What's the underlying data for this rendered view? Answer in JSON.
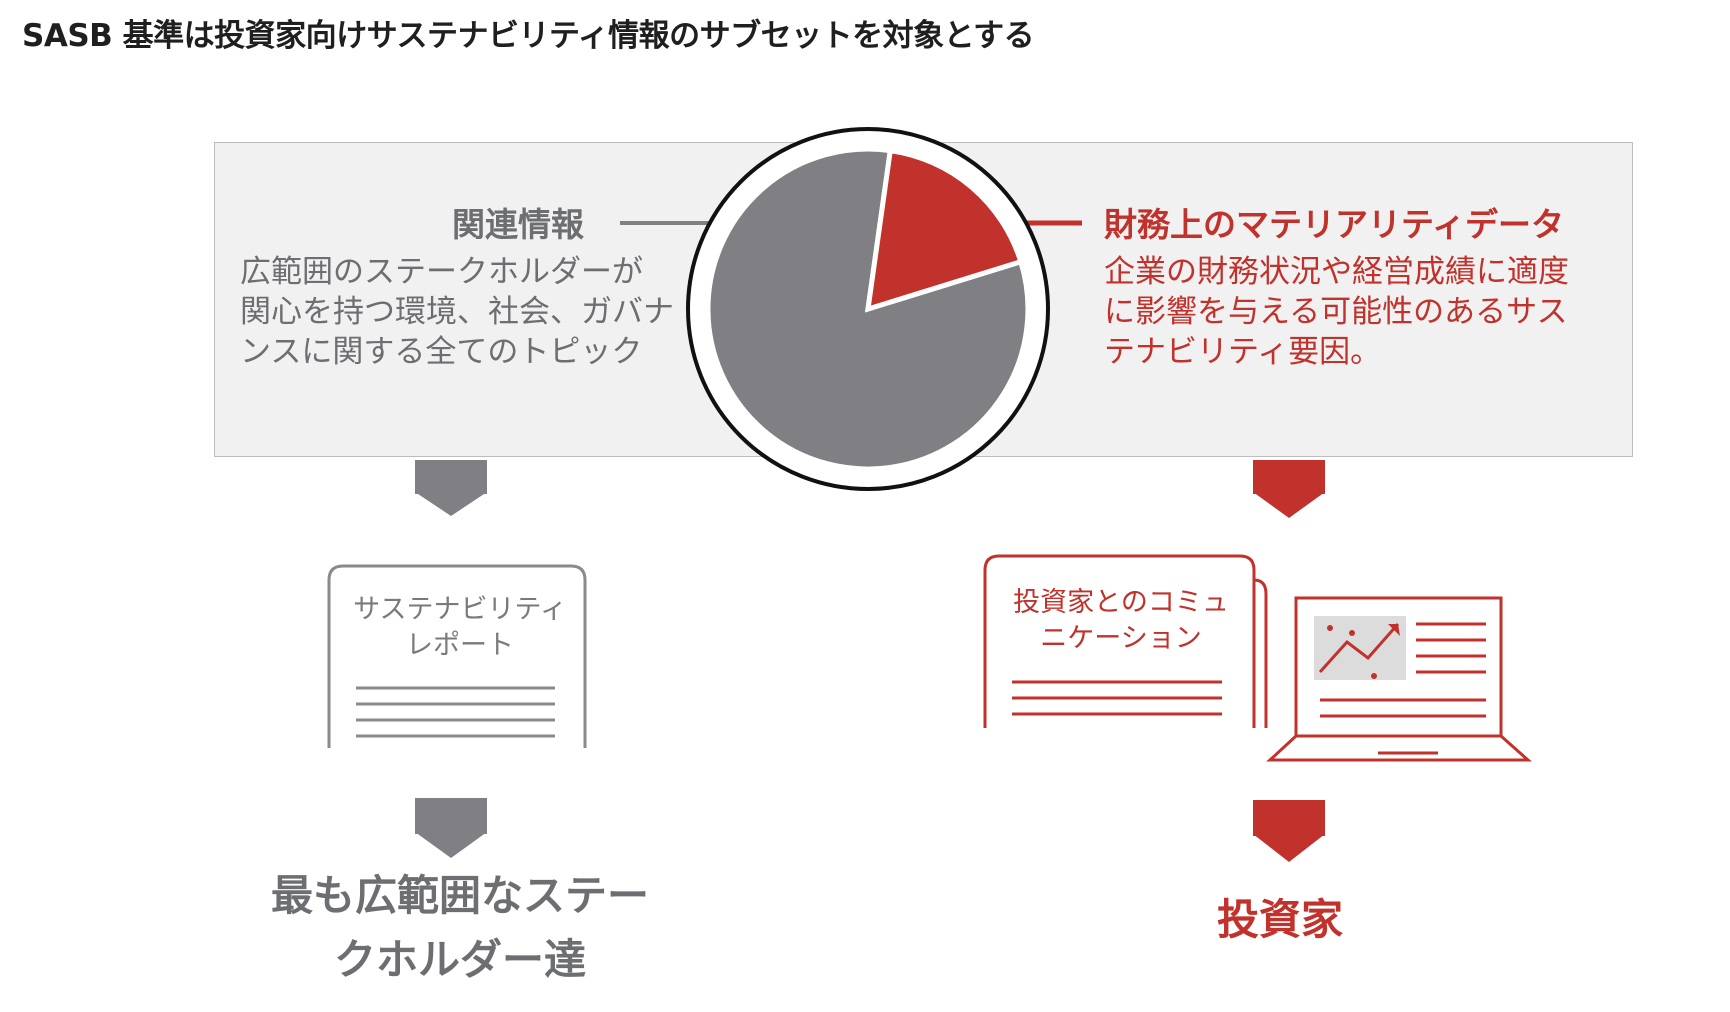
{
  "title": "SASB 基準は投資家向けサステナビリティ情報のサブセットを対象とする",
  "left_panel": {
    "heading": "関連情報",
    "desc_lines": [
      "広範囲のステークホルダーが",
      "関心を持つ環境、社会、ガバナ",
      "ンスに関する全てのトピック"
    ],
    "document_label": [
      "サステナビリティ",
      "レポート"
    ],
    "audience_lines": [
      "最も広範囲なステー",
      "クホルダー達"
    ]
  },
  "right_panel": {
    "heading": "財務上のマテリアリティデータ",
    "desc_lines": [
      "企業の財務状況や経営成績に適度",
      "に影響を与える可能性のあるサス",
      "テナビリティ要因。"
    ],
    "document_label": [
      "投資家とのコミュ",
      "ニケーション"
    ],
    "audience": "投資家"
  },
  "pie": {
    "slices": [
      {
        "share": 0.82,
        "color": "#808084"
      },
      {
        "share": 0.18,
        "color": "#c0322b"
      }
    ]
  },
  "colors": {
    "gray": "#808084",
    "red": "#c0322b",
    "frame_bg": "#f1f1f1"
  },
  "icons": {
    "left_arrow": "down-arrow-icon",
    "right_arrow": "down-arrow-icon",
    "report": "document-icon",
    "communication": "document-icon",
    "laptop": "laptop-chart-icon"
  }
}
